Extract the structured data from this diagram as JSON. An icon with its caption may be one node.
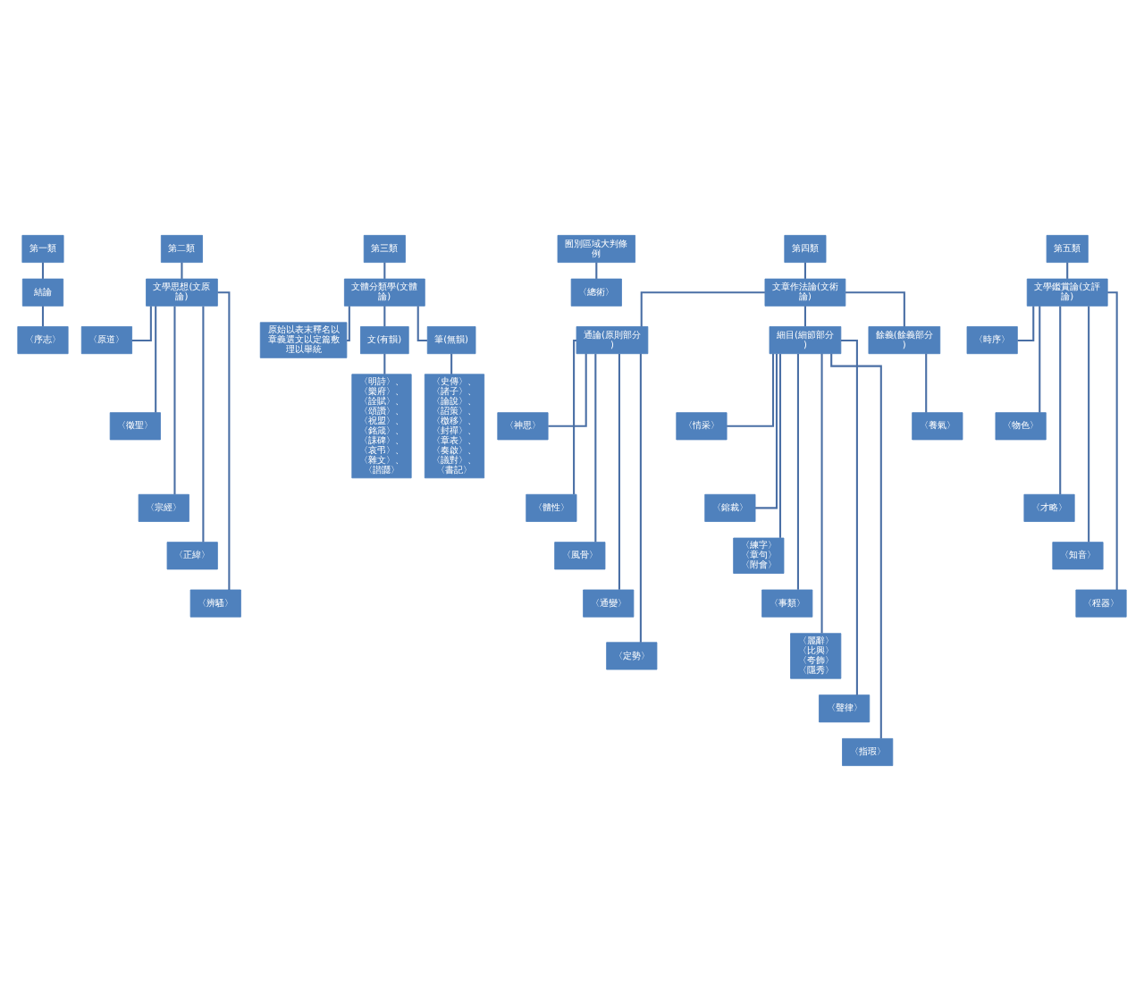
{
  "diagram": {
    "nodes": [
      {
        "text": [
          "第一類"
        ]
      },
      {
        "text": [
          "結論"
        ]
      },
      {
        "text": [
          "〈序志〉"
        ]
      },
      {
        "text": [
          "第二類"
        ]
      },
      {
        "text": [
          "文學思想(文原論)"
        ]
      },
      {
        "text": [
          "〈原道〉"
        ]
      },
      {
        "text": [
          "〈徵聖〉"
        ]
      },
      {
        "text": [
          "〈宗經〉"
        ]
      },
      {
        "text": [
          "〈正緯〉"
        ]
      },
      {
        "text": [
          "〈辨騷〉"
        ]
      },
      {
        "text": [
          "第三類"
        ]
      },
      {
        "text": [
          "文體分類學(文體論)"
        ]
      },
      {
        "text": [
          "原始以表末釋名以章義選文以定篇敷理以舉統"
        ]
      },
      {
        "text": [
          "文(有韻)"
        ]
      },
      {
        "text": [
          "筆(無韻)"
        ]
      },
      {
        "text": [
          "〈明詩〉、〈樂府〉、〈詮賦〉、〈頌讚〉、〈祝盟〉、〈銘箴〉、〈誄碑〉、〈哀弔〉、〈雜文〉、〈諧讔〉"
        ]
      },
      {
        "text": [
          "〈史傳〉、〈諸子〉、〈論說〉、〈詔策〉、〈檄移〉、〈封禪〉、〈章表〉、〈奏啟〉、〈議對〉、〈書記〉"
        ]
      },
      {
        "text": [
          "囿別區域大判條例"
        ]
      },
      {
        "text": [
          "〈總術〉"
        ]
      },
      {
        "text": [
          "第四類"
        ]
      },
      {
        "text": [
          "文章作法論(文術論)"
        ]
      },
      {
        "text": [
          "通論(原則部分)"
        ]
      },
      {
        "text": [
          "細目(細節部分)"
        ]
      },
      {
        "text": [
          "餘義(餘義部分)"
        ]
      },
      {
        "text": [
          "〈神思〉"
        ]
      },
      {
        "text": [
          "〈體性〉"
        ]
      },
      {
        "text": [
          "〈風骨〉"
        ]
      },
      {
        "text": [
          "〈通變〉"
        ]
      },
      {
        "text": [
          "〈定勢〉"
        ]
      },
      {
        "text": [
          "〈情采〉"
        ]
      },
      {
        "text": [
          "〈鎔裁〉"
        ]
      },
      {
        "text": [
          "〈練字〉〈章句〉〈附會〉"
        ]
      },
      {
        "text": [
          "〈事類〉"
        ]
      },
      {
        "text": [
          "〈麗辭〉〈比興〉〈夸飾〉〈隱秀〉"
        ]
      },
      {
        "text": [
          "〈聲律〉"
        ]
      },
      {
        "text": [
          "〈指瑕〉"
        ]
      },
      {
        "text": [
          "〈養氣〉"
        ]
      },
      {
        "text": [
          "第五類"
        ]
      },
      {
        "text": [
          "文學鑑賞論(文評論)"
        ]
      },
      {
        "text": [
          "〈時序〉"
        ]
      },
      {
        "text": [
          "〈物色〉"
        ]
      },
      {
        "text": [
          "〈才略〉"
        ]
      },
      {
        "text": [
          "〈知音〉"
        ]
      },
      {
        "text": [
          "〈程器〉"
        ]
      }
    ],
    "edges": [
      {
        "from": 0,
        "to": 1,
        "arrow": "none"
      },
      {
        "from": 1,
        "to": 2,
        "arrow": "none"
      },
      {
        "from": 3,
        "to": 4,
        "arrow": "none"
      },
      {
        "from": 4,
        "to": 5,
        "arrow": "none"
      },
      {
        "from": 4,
        "to": 6,
        "arrow": "none"
      },
      {
        "from": 4,
        "to": 7,
        "arrow": "none"
      },
      {
        "from": 4,
        "to": 8,
        "arrow": "none"
      },
      {
        "from": 4,
        "to": 9,
        "arrow": "none"
      },
      {
        "from": 10,
        "to": 11,
        "arrow": "none"
      },
      {
        "from": 11,
        "to": 12,
        "arrow": "none"
      },
      {
        "from": 11,
        "to": 13,
        "arrow": "none"
      },
      {
        "from": 11,
        "to": 14,
        "arrow": "none"
      },
      {
        "from": 13,
        "to": 15,
        "arrow": "none"
      },
      {
        "from": 14,
        "to": 16,
        "arrow": "none"
      },
      {
        "from": 17,
        "to": 18,
        "arrow": "none"
      },
      {
        "from": 19,
        "to": 20,
        "arrow": "none"
      },
      {
        "from": 20,
        "to": 21,
        "arrow": "none"
      },
      {
        "from": 20,
        "to": 22,
        "arrow": "none"
      },
      {
        "from": 20,
        "to": 23,
        "arrow": "none"
      },
      {
        "from": 21,
        "to": 24,
        "arrow": "none"
      },
      {
        "from": 21,
        "to": 25,
        "arrow": "none"
      },
      {
        "from": 21,
        "to": 26,
        "arrow": "none"
      },
      {
        "from": 21,
        "to": 27,
        "arrow": "none"
      },
      {
        "from": 21,
        "to": 28,
        "arrow": "none"
      },
      {
        "from": 22,
        "to": 29,
        "arrow": "none"
      },
      {
        "from": 22,
        "to": 30,
        "arrow": "none"
      },
      {
        "from": 22,
        "to": 31,
        "arrow": "none"
      },
      {
        "from": 22,
        "to": 32,
        "arrow": "none"
      },
      {
        "from": 22,
        "to": 33,
        "arrow": "none"
      },
      {
        "from": 22,
        "to": 34,
        "arrow": "none"
      },
      {
        "from": 22,
        "to": 35,
        "arrow": "none"
      },
      {
        "from": 23,
        "to": 36,
        "arrow": "none"
      },
      {
        "from": 37,
        "to": 38,
        "arrow": "none"
      },
      {
        "from": 38,
        "to": 39,
        "arrow": "none"
      },
      {
        "from": 38,
        "to": 40,
        "arrow": "none"
      },
      {
        "from": 38,
        "to": 41,
        "arrow": "none"
      },
      {
        "from": 38,
        "to": 42,
        "arrow": "none"
      },
      {
        "from": 38,
        "to": 43,
        "arrow": "none"
      }
    ]
  }
}
